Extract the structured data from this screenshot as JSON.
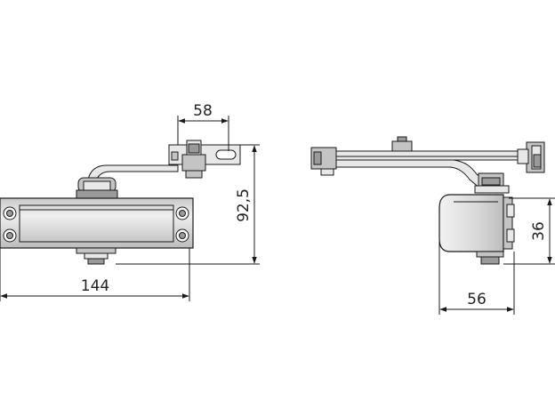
{
  "dimensions": {
    "arm_slot_width": "58",
    "total_height": "92,5",
    "body_length": "144",
    "body_height": "36",
    "body_depth": "56"
  }
}
